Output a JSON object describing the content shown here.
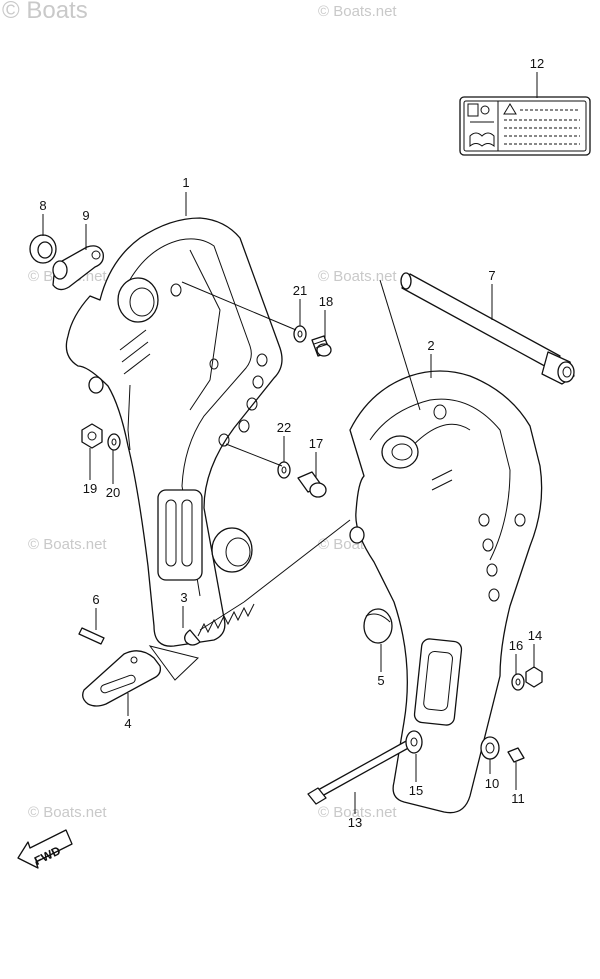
{
  "watermark": {
    "top_left": "© Boats",
    "tile": "© Boats.net"
  },
  "fwd_label": "FWD",
  "callouts": {
    "c1": "1",
    "c2": "2",
    "c3": "3",
    "c4": "4",
    "c5": "5",
    "c6": "6",
    "c7": "7",
    "c8": "8",
    "c9": "9",
    "c10": "10",
    "c11": "11",
    "c12": "12",
    "c13": "13",
    "c14": "14",
    "c15": "15",
    "c16": "16",
    "c17": "17",
    "c18": "18",
    "c19": "19",
    "c20": "20",
    "c21": "21",
    "c22": "22"
  }
}
